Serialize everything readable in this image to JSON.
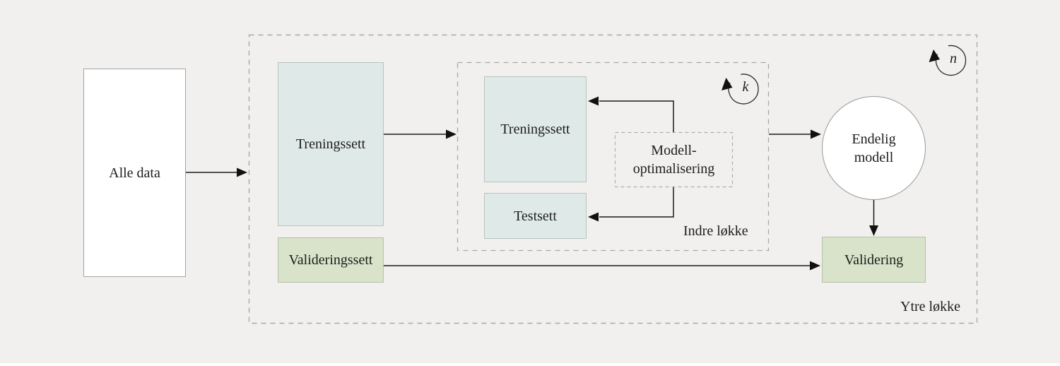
{
  "diagram": {
    "nodes": {
      "alle_data": {
        "label": "Alle data"
      },
      "treningssett_ytre": {
        "label": "Treningssett"
      },
      "valideringssett": {
        "label": "Valideringssett"
      },
      "treningssett_indre": {
        "label": "Treningssett"
      },
      "testsett": {
        "label": "Testsett"
      },
      "modell_optimalisering": {
        "line1": "Modell-",
        "line2": "optimalisering"
      },
      "endelig_modell": {
        "line1": "Endelig",
        "line2": "modell"
      },
      "validering": {
        "label": "Validering"
      }
    },
    "loops": {
      "indre": {
        "label": "Indre løkke",
        "symbol": "k"
      },
      "ytre": {
        "label": "Ytre løkke",
        "symbol": "n"
      }
    },
    "colors": {
      "background": "#f1f0ee",
      "box_teal_fill": "#dfeae8",
      "box_teal_border": "#b6c4c1",
      "box_green_fill": "#d9e3ca",
      "box_green_border": "#b6c1a4",
      "node_white_fill": "#ffffff",
      "dashed_border": "#a8a8a6",
      "connector": "#1a1a1a",
      "text": "#1d1d1b"
    }
  }
}
